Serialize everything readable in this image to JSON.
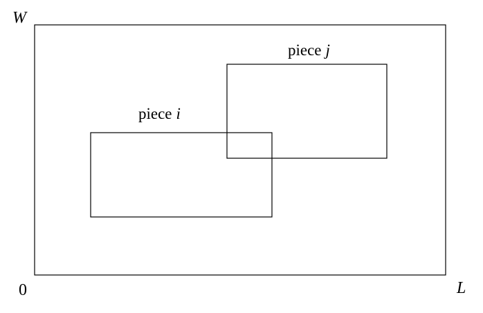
{
  "diagram": {
    "axis_labels": {
      "top_left": "W",
      "bottom_left": "0",
      "bottom_right": "L"
    },
    "pieces": [
      {
        "prefix": "piece",
        "index": "i"
      },
      {
        "prefix": "piece",
        "index": "j"
      }
    ],
    "colors": {
      "stroke": "#000000",
      "background": "#ffffff"
    }
  }
}
